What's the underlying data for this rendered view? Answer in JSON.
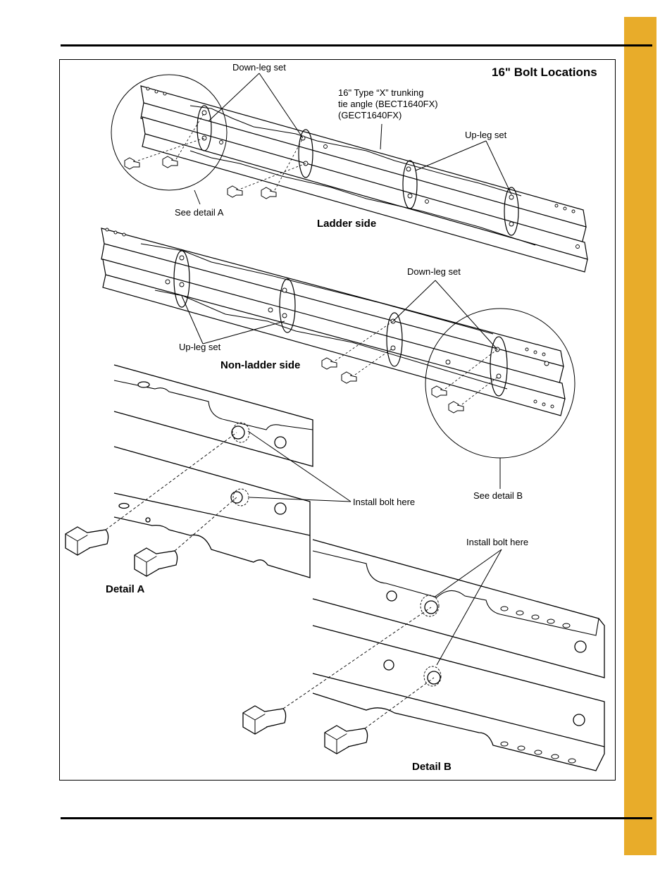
{
  "page": {
    "accent_color": "#e8ac2a",
    "title": "16\" Bolt Locations"
  },
  "labels": {
    "down_leg_top": "Down-leg set",
    "trunking_line1": "16\" Type “X” trunking",
    "trunking_line2": "tie angle (BECT1640FX)",
    "trunking_line3": "(GECT1640FX)",
    "up_leg_top": "Up-leg set",
    "see_detail_a": "See detail A",
    "ladder_side": "Ladder side",
    "down_leg_mid": "Down-leg set",
    "up_leg_mid": "Up-leg set",
    "non_ladder_side": "Non-ladder side",
    "install_bolt_a": "Install bolt here",
    "see_detail_b": "See detail B",
    "install_bolt_b": "Install bolt here",
    "detail_a": "Detail A",
    "detail_b": "Detail B"
  }
}
